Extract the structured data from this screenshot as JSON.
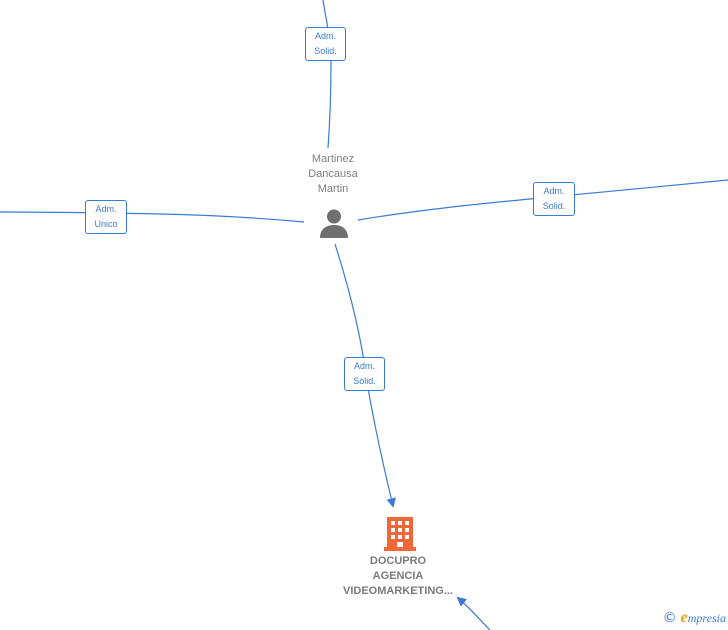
{
  "colors": {
    "edge": "#3a7bd5",
    "person_icon": "#6f6f6f",
    "company_icon": "#f2673a",
    "node_text": "#808080",
    "brand_accent": "#f0a020"
  },
  "person": {
    "name_lines": [
      "Martinez",
      "Dancausa",
      "Martin"
    ],
    "icon": "person-icon"
  },
  "company": {
    "name_lines": [
      "DOCUPRO",
      "AGENCIA",
      "VIDEOMARKETING..."
    ],
    "icon": "building-icon"
  },
  "edges": [
    {
      "id": "top",
      "label_lines": [
        "Adm.",
        "Solid."
      ]
    },
    {
      "id": "left",
      "label_lines": [
        "Adm.",
        "Unico"
      ]
    },
    {
      "id": "right",
      "label_lines": [
        "Adm.",
        "Solid."
      ]
    },
    {
      "id": "bottom",
      "label_lines": [
        "Adm.",
        "Solid."
      ]
    }
  ],
  "brand": {
    "copyright": "©",
    "e": "e",
    "rest": "mpresia"
  }
}
